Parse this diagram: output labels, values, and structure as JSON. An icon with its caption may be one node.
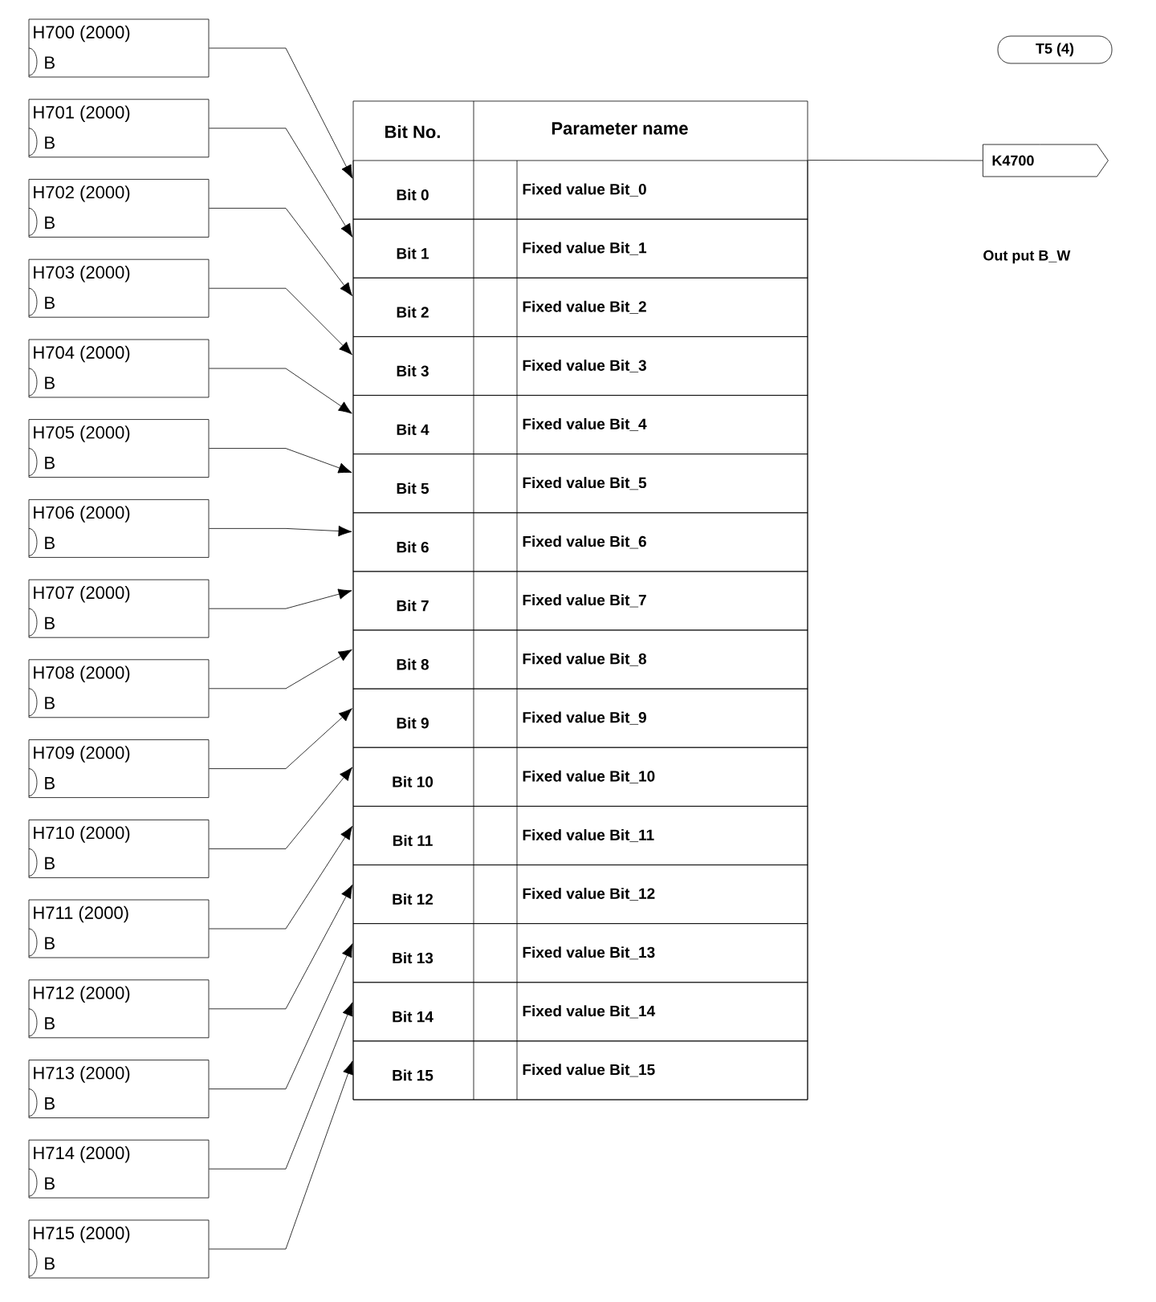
{
  "diagram": {
    "nodes": [
      {
        "text": [
          "H700 (2000)",
          "B"
        ]
      },
      {
        "text": [
          "H701 (2000)",
          "B"
        ]
      },
      {
        "text": [
          "H702 (2000)",
          "B"
        ]
      },
      {
        "text": [
          "H703 (2000)",
          "B"
        ]
      },
      {
        "text": [
          "H704 (2000)",
          "B"
        ]
      },
      {
        "text": [
          "H705 (2000)",
          "B"
        ]
      },
      {
        "text": [
          "H706 (2000)",
          "B"
        ]
      },
      {
        "text": [
          "H707 (2000)",
          "B"
        ]
      },
      {
        "text": [
          "H708 (2000)",
          "B"
        ]
      },
      {
        "text": [
          "H709 (2000)",
          "B"
        ]
      },
      {
        "text": [
          "H710 (2000)",
          "B"
        ]
      },
      {
        "text": [
          "H711 (2000)",
          "B"
        ]
      },
      {
        "text": [
          "H712 (2000)",
          "B"
        ]
      },
      {
        "text": [
          "H713 (2000)",
          "B"
        ]
      },
      {
        "text": [
          "H714 (2000)",
          "B"
        ]
      },
      {
        "text": [
          "H715 (2000)",
          "B"
        ]
      },
      {
        "text": [
          "Bit No.",
          "Parameter name"
        ]
      },
      {
        "text": [
          "Bit 0",
          "Fixed value Bit_0"
        ],
        "in": 16
      },
      {
        "text": [
          "Bit 1",
          "Fixed value Bit_1"
        ],
        "in": 16
      },
      {
        "text": [
          "Bit 2",
          "Fixed value Bit_2"
        ],
        "in": 16
      },
      {
        "text": [
          "Bit 3",
          "Fixed value Bit_3"
        ],
        "in": 16
      },
      {
        "text": [
          "Bit 4",
          "Fixed value Bit_4"
        ],
        "in": 16
      },
      {
        "text": [
          "Bit 5",
          "Fixed value Bit_5"
        ],
        "in": 16
      },
      {
        "text": [
          "Bit 6",
          "Fixed value Bit_6"
        ],
        "in": 16
      },
      {
        "text": [
          "Bit 7",
          "Fixed value Bit_7"
        ],
        "in": 16
      },
      {
        "text": [
          "Bit 8",
          "Fixed value Bit_8"
        ],
        "in": 16
      },
      {
        "text": [
          "Bit 9",
          "Fixed value Bit_9"
        ],
        "in": 16
      },
      {
        "text": [
          "Bit 10",
          "Fixed value Bit_10"
        ],
        "in": 16
      },
      {
        "text": [
          "Bit 11",
          "Fixed value Bit_11"
        ],
        "in": 16
      },
      {
        "text": [
          "Bit 12",
          "Fixed value Bit_12"
        ],
        "in": 16
      },
      {
        "text": [
          "Bit 13",
          "Fixed value Bit_13"
        ],
        "in": 16
      },
      {
        "text": [
          "Bit 14",
          "Fixed value Bit_14"
        ],
        "in": 16
      },
      {
        "text": [
          "Bit 15",
          "Fixed value Bit_15"
        ],
        "in": 16
      },
      {
        "text": [
          "K4700"
        ]
      },
      {
        "text": [
          "T5 (4)"
        ]
      }
    ],
    "edges": [
      {
        "from": 0,
        "to": 17,
        "arrow": "to"
      },
      {
        "from": 1,
        "to": 18,
        "arrow": "to"
      },
      {
        "from": 2,
        "to": 19,
        "arrow": "to"
      },
      {
        "from": 3,
        "to": 20,
        "arrow": "to"
      },
      {
        "from": 4,
        "to": 21,
        "arrow": "to"
      },
      {
        "from": 5,
        "to": 22,
        "arrow": "to"
      },
      {
        "from": 6,
        "to": 23,
        "arrow": "to"
      },
      {
        "from": 7,
        "to": 24,
        "arrow": "to"
      },
      {
        "from": 8,
        "to": 25,
        "arrow": "to"
      },
      {
        "from": 9,
        "to": 26,
        "arrow": "to"
      },
      {
        "from": 10,
        "to": 27,
        "arrow": "to"
      },
      {
        "from": 11,
        "to": 28,
        "arrow": "to"
      },
      {
        "from": 12,
        "to": 29,
        "arrow": "to"
      },
      {
        "from": 13,
        "to": 30,
        "arrow": "to"
      },
      {
        "from": 14,
        "to": 31,
        "arrow": "to"
      },
      {
        "from": 15,
        "to": 32,
        "arrow": "to"
      },
      {
        "from": 16,
        "to": 33,
        "arrow": "none"
      }
    ],
    "labels": [
      "Out put B_W"
    ]
  }
}
